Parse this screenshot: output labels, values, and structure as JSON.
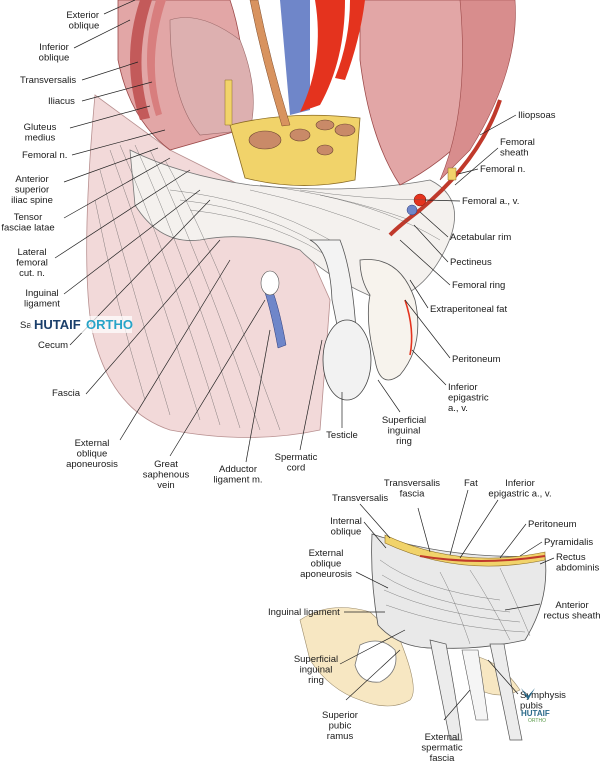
{
  "labels_main": [
    "Exterior\noblique",
    "Inferior\noblique",
    "Transversalis",
    "Iliacus",
    "Gluteus\nmedius",
    "Femoral n.",
    "Anterior\nsuperior\niliac spine",
    "Tensor\nfasciae latae",
    "Lateral\nfemoral\ncut. n.",
    "Inguinal\nligament",
    "Sa",
    "Cecum",
    "Fascia",
    "External\noblique\naponeurosis",
    "Great\nsaphenous\nvein",
    "Adductor\nligament m.",
    "Spermatic\ncord",
    "Testicle",
    "Superficial\ninguinal\nring",
    "Inferior\nepigastric\na., v.",
    "Peritoneum",
    "Extraperitoneal fat",
    "Femoral ring",
    "Pectineus",
    "Acetabular rim",
    "Femoral a., v.",
    "Femoral n.",
    "Femoral\nsheath",
    "Iliopsoas"
  ],
  "labels_inset": [
    "Transversalis",
    "Transversalis\nfascia",
    "Fat",
    "Inferior\nepigastric a., v.",
    "Internal\noblique",
    "Peritoneum",
    "Pyramidalis",
    "Rectus\nabdominis",
    "External\noblique\naponeurosis",
    "Inguinal ligament",
    "Anterior\nrectus sheath",
    "Superficial\ninguinal\nring",
    "Symphysis\npubis",
    "Superior\npubic\nramus",
    "External\nspermatic\nfascia"
  ],
  "watermark": {
    "part1": "HUTAIF",
    "part2": "ORTHO",
    "small_line1": "HUTAIF",
    "small_line2": "ORTHO"
  },
  "colors": {
    "muscle": "#e2a6a6",
    "muscle_dark": "#c35a5a",
    "artery": "#e4331e",
    "vein": "#6f86c9",
    "fat": "#f1d36a",
    "skin": "#f2d9d9",
    "bone": "#f7e7c2"
  }
}
